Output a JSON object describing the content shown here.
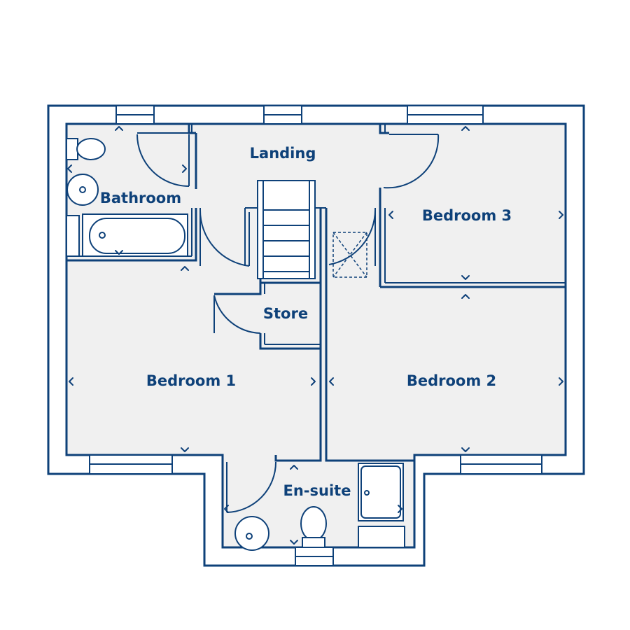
{
  "rooms": {
    "landing": "Landing",
    "bathroom": "Bathroom",
    "bedroom3": "Bedroom 3",
    "store": "Store",
    "bedroom1": "Bedroom 1",
    "bedroom2": "Bedroom 2",
    "ensuite": "En-suite"
  },
  "colors": {
    "line": "#0e4179",
    "floor": "#f0f0f0"
  }
}
